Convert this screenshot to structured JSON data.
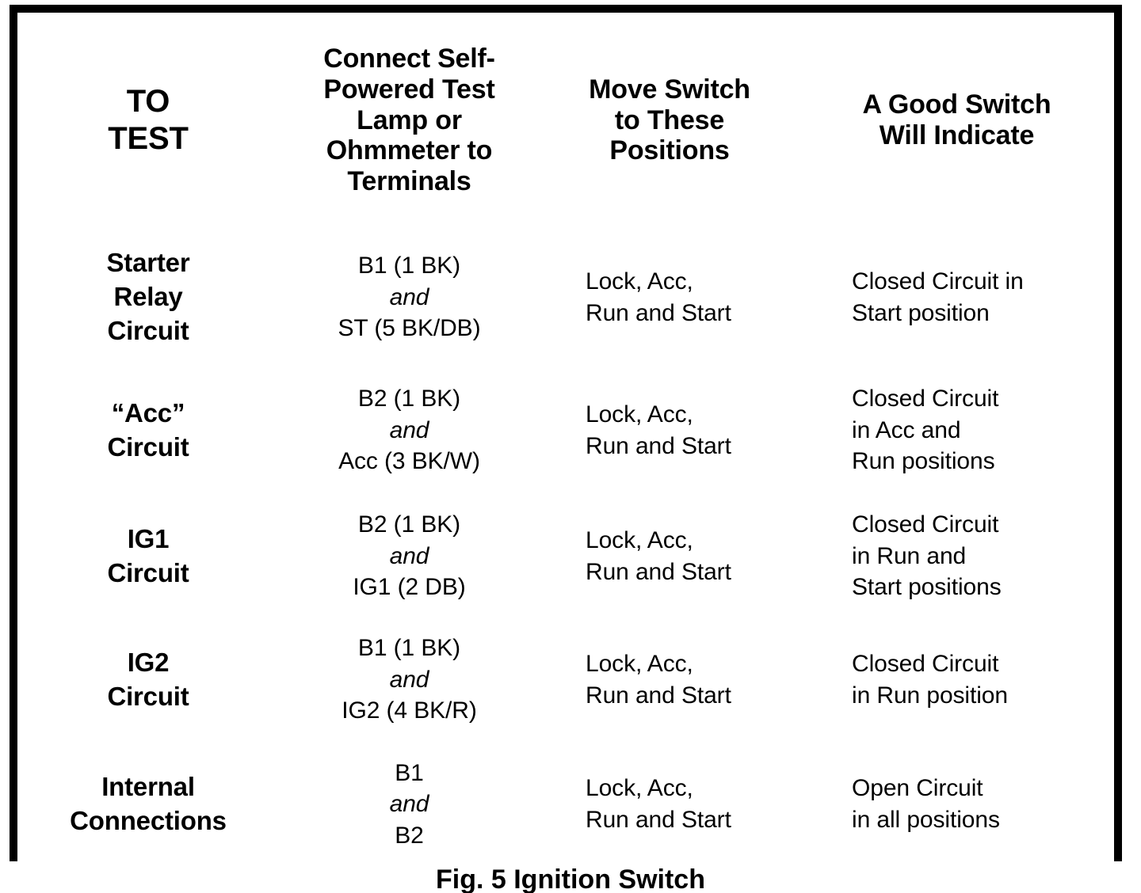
{
  "table": {
    "columns": [
      {
        "id": "to-test",
        "header": "TO\nTEST",
        "header_lines": [
          "TO",
          "TEST"
        ]
      },
      {
        "id": "terminals",
        "header": "Connect Self-Powered Test Lamp or Ohmmeter to Terminals",
        "header_lines": [
          "Connect Self-",
          "Powered Test",
          "Lamp or",
          "Ohmmeter to",
          "Terminals"
        ]
      },
      {
        "id": "positions",
        "header": "Move Switch to These Positions",
        "header_lines": [
          "Move Switch",
          "to These",
          "Positions"
        ]
      },
      {
        "id": "indication",
        "header": "A Good Switch Will Indicate",
        "header_lines": [
          "A Good Switch",
          "Will Indicate"
        ]
      }
    ],
    "rows": [
      {
        "test_lines": [
          "Starter",
          "Relay",
          "Circuit"
        ],
        "terminal_first": "B1 (1 BK)",
        "terminal_conj": "and",
        "terminal_second": "ST (5 BK/DB)",
        "positions_lines": [
          "Lock, Acc,",
          "Run and Start"
        ],
        "indication_lines": [
          "Closed Circuit in",
          "Start position"
        ]
      },
      {
        "test_lines": [
          "“Acc”",
          "Circuit"
        ],
        "terminal_first": "B2 (1 BK)",
        "terminal_conj": "and",
        "terminal_second": "Acc (3 BK/W)",
        "positions_lines": [
          "Lock, Acc,",
          "Run and Start"
        ],
        "indication_lines": [
          "Closed Circuit",
          "in Acc and",
          "Run positions"
        ]
      },
      {
        "test_lines": [
          "IG1",
          "Circuit"
        ],
        "terminal_first": "B2 (1 BK)",
        "terminal_conj": "and",
        "terminal_second": "IG1 (2 DB)",
        "positions_lines": [
          "Lock, Acc,",
          "Run and Start"
        ],
        "indication_lines": [
          "Closed Circuit",
          "in Run and",
          "Start positions"
        ]
      },
      {
        "test_lines": [
          "IG2",
          "Circuit"
        ],
        "terminal_first": "B1 (1 BK)",
        "terminal_conj": "and",
        "terminal_second": "IG2 (4 BK/R)",
        "positions_lines": [
          "Lock, Acc,",
          "Run and Start"
        ],
        "indication_lines": [
          "Closed Circuit",
          "in Run position"
        ]
      },
      {
        "test_lines": [
          "Internal",
          "Connections"
        ],
        "terminal_first": "B1",
        "terminal_conj": "and",
        "terminal_second": "B2",
        "positions_lines": [
          "Lock, Acc,",
          "Run and Start"
        ],
        "indication_lines": [
          "Open Circuit",
          "in all positions"
        ]
      }
    ]
  },
  "caption": {
    "text": "Fig. 5 Ignition Switch"
  },
  "colors": {
    "ink": "#000000",
    "paper": "#ffffff"
  }
}
